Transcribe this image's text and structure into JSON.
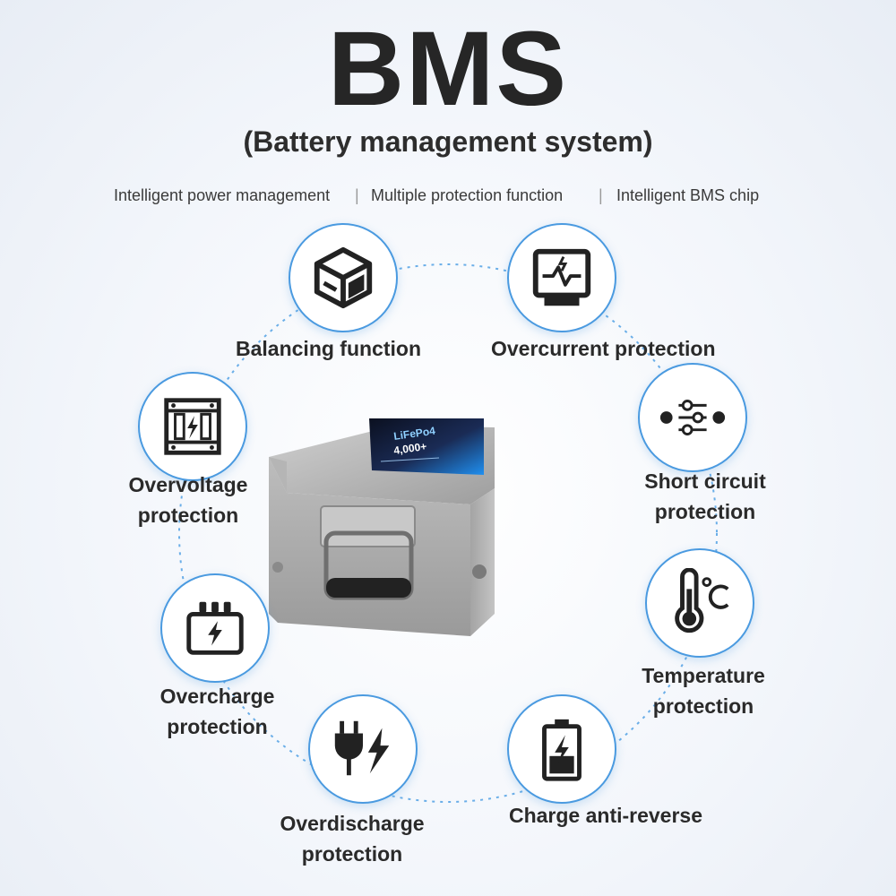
{
  "header": {
    "title": "BMS",
    "subtitle": "(Battery management system)"
  },
  "features": [
    "Intelligent power management",
    "Multiple protection function",
    "Intelligent BMS chip"
  ],
  "functions": {
    "balancing": "Balancing function",
    "overcurrent": "Overcurrent protection",
    "overvoltage_1": "Overvoltage",
    "overvoltage_2": "protection",
    "short_circuit_1": "Short circuit",
    "short_circuit_2": "protection",
    "overcharge_1": "Overcharge",
    "overcharge_2": "protection",
    "temperature_1": "Temperature",
    "temperature_2": "protection",
    "overdischarge_1": "Overdischarge",
    "overdischarge_2": "protection",
    "anti_reverse": "Charge anti-reverse"
  },
  "product_label": {
    "brand": "LiFePo4",
    "model": "4,000+"
  },
  "colors": {
    "accent": "#4a9ae0",
    "text": "#2a2a2a",
    "casing": "#a9a9a9"
  },
  "icons": {
    "balancing": "cube-icon",
    "overcurrent": "monitor-pulse-icon",
    "overvoltage": "cabinet-bolt-icon",
    "short_circuit": "circuit-sliders-icon",
    "overcharge": "battery-bolt-icon",
    "temperature": "thermometer-celsius-icon",
    "overdischarge": "plug-bolt-icon",
    "anti_reverse": "battery-vertical-bolt-icon"
  }
}
